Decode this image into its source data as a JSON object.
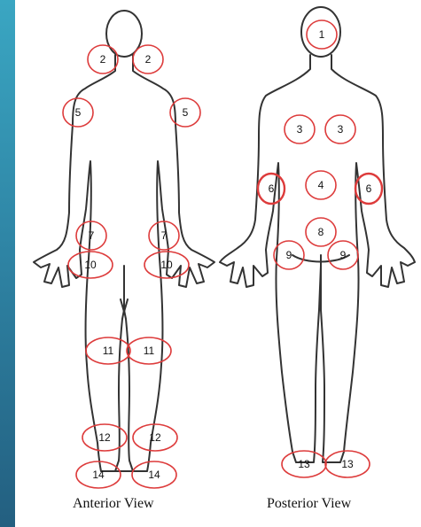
{
  "colors": {
    "marker_stroke": "#dd3b3b",
    "outline": "#333333",
    "side_strip": "#2f86a6"
  },
  "captions": {
    "anterior": "Anterior View",
    "posterior": "Posterior View"
  },
  "markers": [
    {
      "id": "1",
      "label": "1"
    },
    {
      "id": "2",
      "label": "2"
    },
    {
      "id": "2",
      "label": "2"
    },
    {
      "id": "3",
      "label": "3"
    },
    {
      "id": "3",
      "label": "3"
    },
    {
      "id": "4",
      "label": "4"
    },
    {
      "id": "5",
      "label": "5"
    },
    {
      "id": "5",
      "label": "5"
    },
    {
      "id": "6",
      "label": "6"
    },
    {
      "id": "6",
      "label": "6"
    },
    {
      "id": "7",
      "label": "7"
    },
    {
      "id": "7",
      "label": "7"
    },
    {
      "id": "8",
      "label": "8"
    },
    {
      "id": "9",
      "label": "9"
    },
    {
      "id": "9",
      "label": "9"
    },
    {
      "id": "10",
      "label": "10"
    },
    {
      "id": "10",
      "label": "10"
    },
    {
      "id": "11",
      "label": "11"
    },
    {
      "id": "11",
      "label": "11"
    },
    {
      "id": "12",
      "label": "12"
    },
    {
      "id": "12",
      "label": "12"
    },
    {
      "id": "13",
      "label": "13"
    },
    {
      "id": "13",
      "label": "13"
    },
    {
      "id": "14",
      "label": "14"
    },
    {
      "id": "14",
      "label": "14"
    }
  ]
}
